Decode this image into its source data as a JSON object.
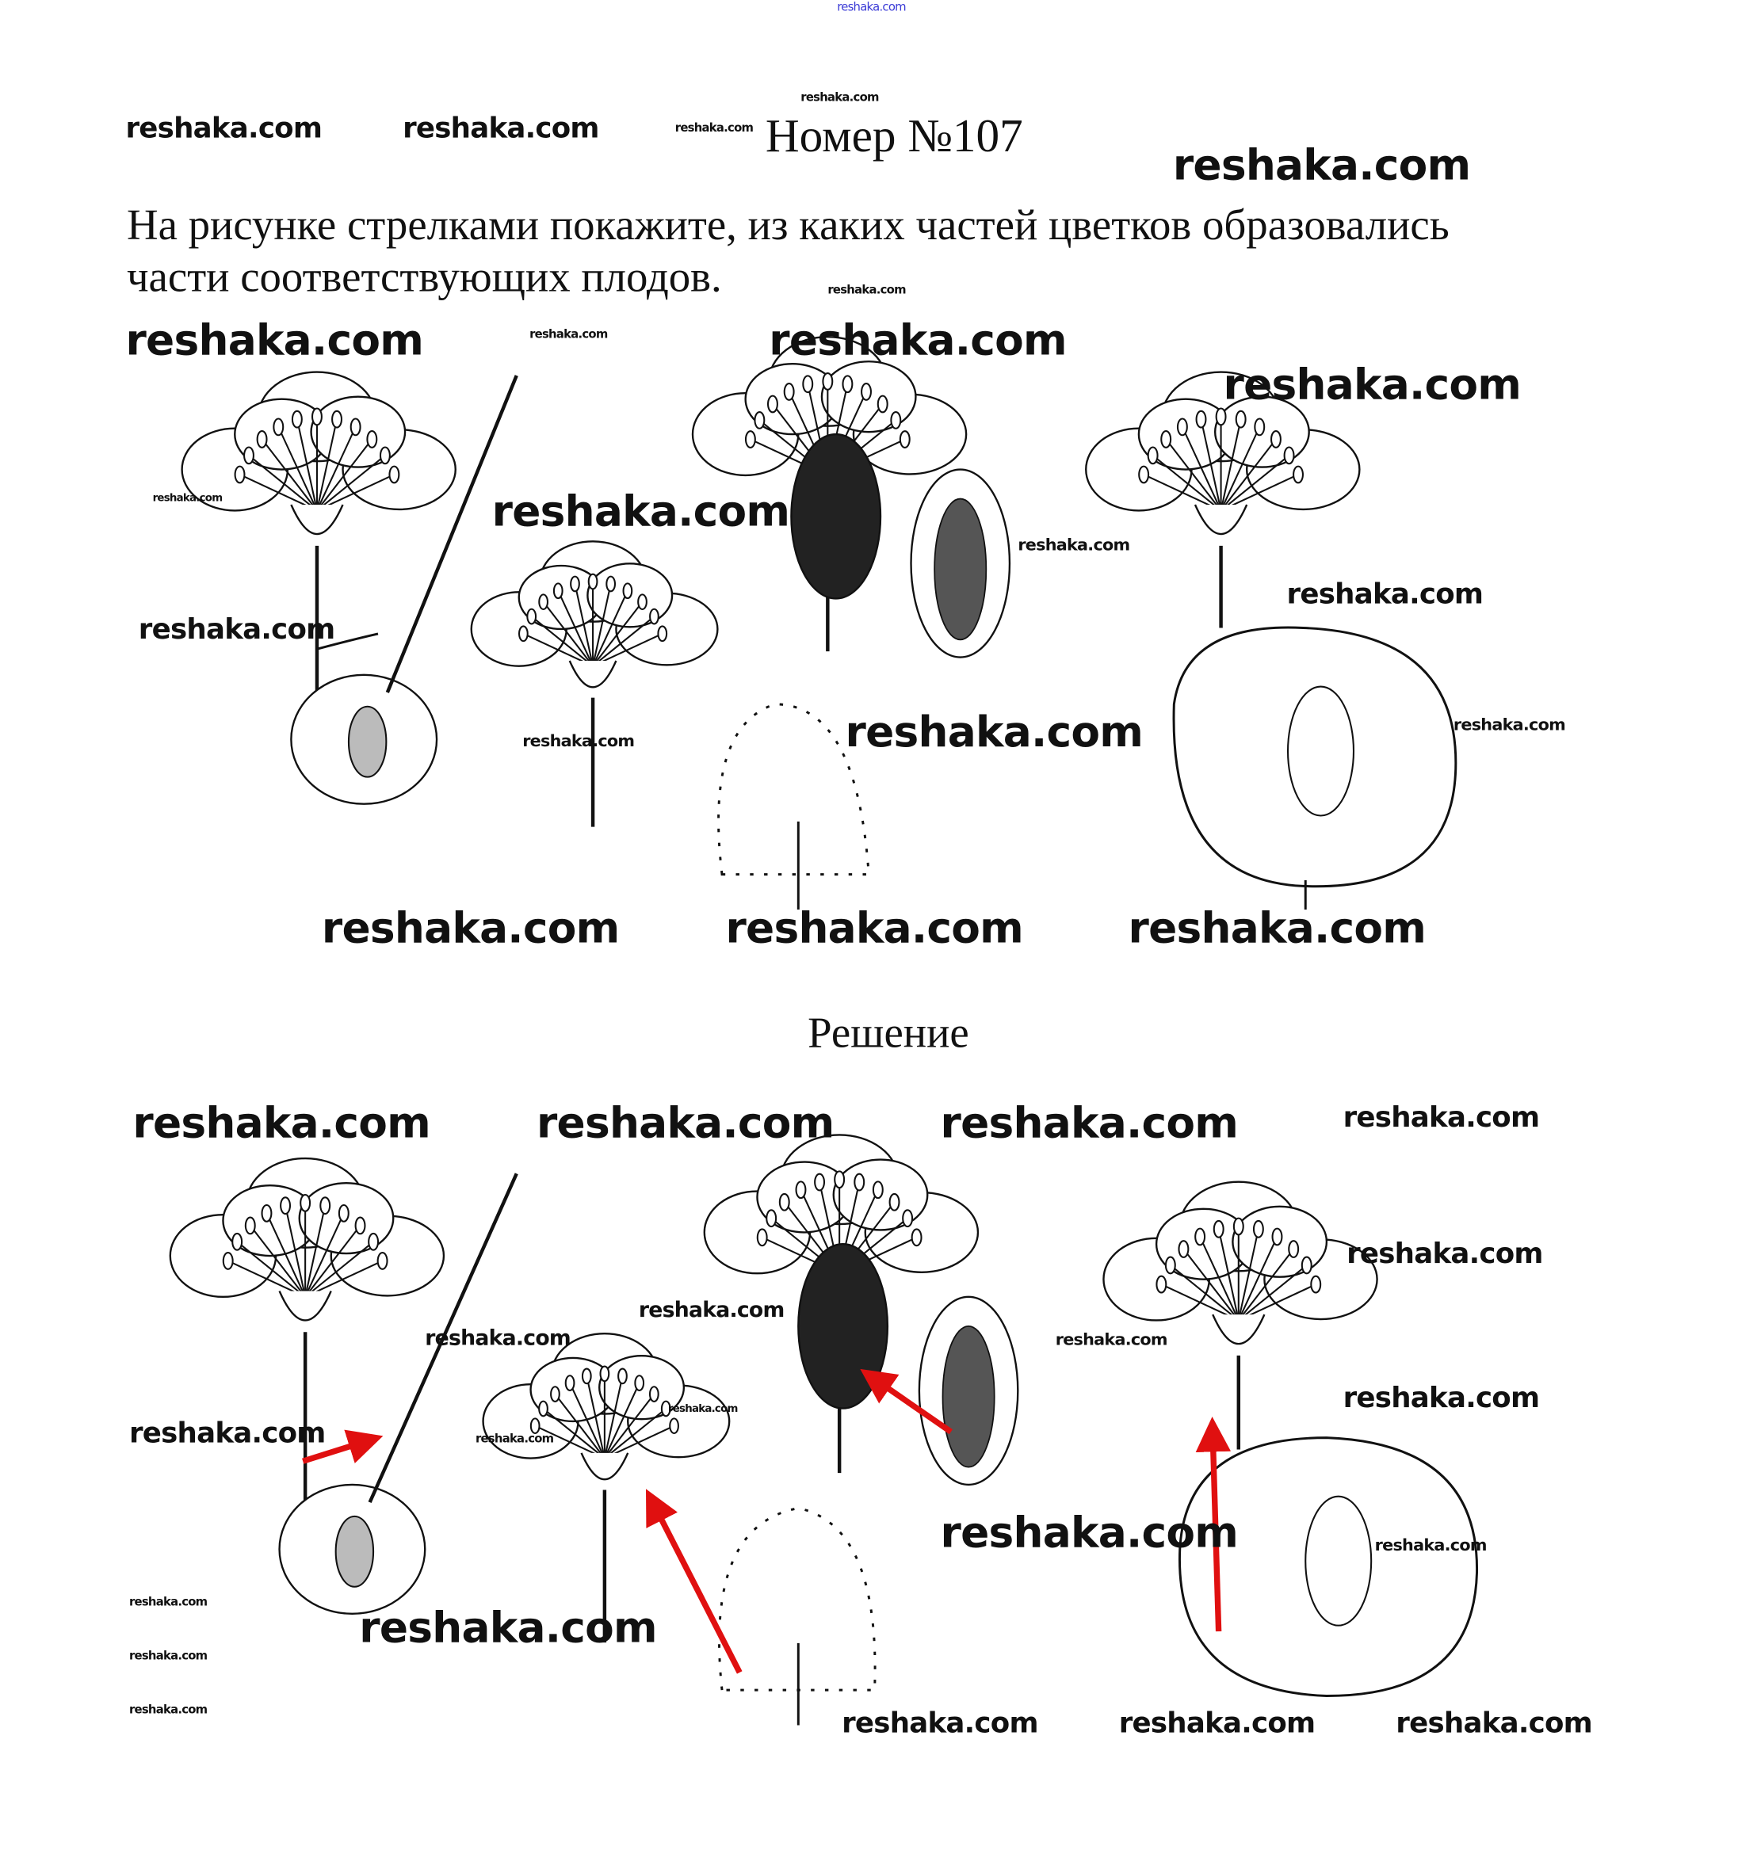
{
  "header": {
    "top_watermark": "reshaka.com"
  },
  "title": "Номер №107",
  "question": {
    "line1": "На рисунке стрелками покажите, из каких частей цветков образовались",
    "line2": "части соответствующих плодов."
  },
  "solution_heading": "Решение",
  "watermark_text": "reshaka.com",
  "colors": {
    "arrow": "#e01010",
    "ink": "#111111",
    "top_link": "#3b3bd6"
  }
}
